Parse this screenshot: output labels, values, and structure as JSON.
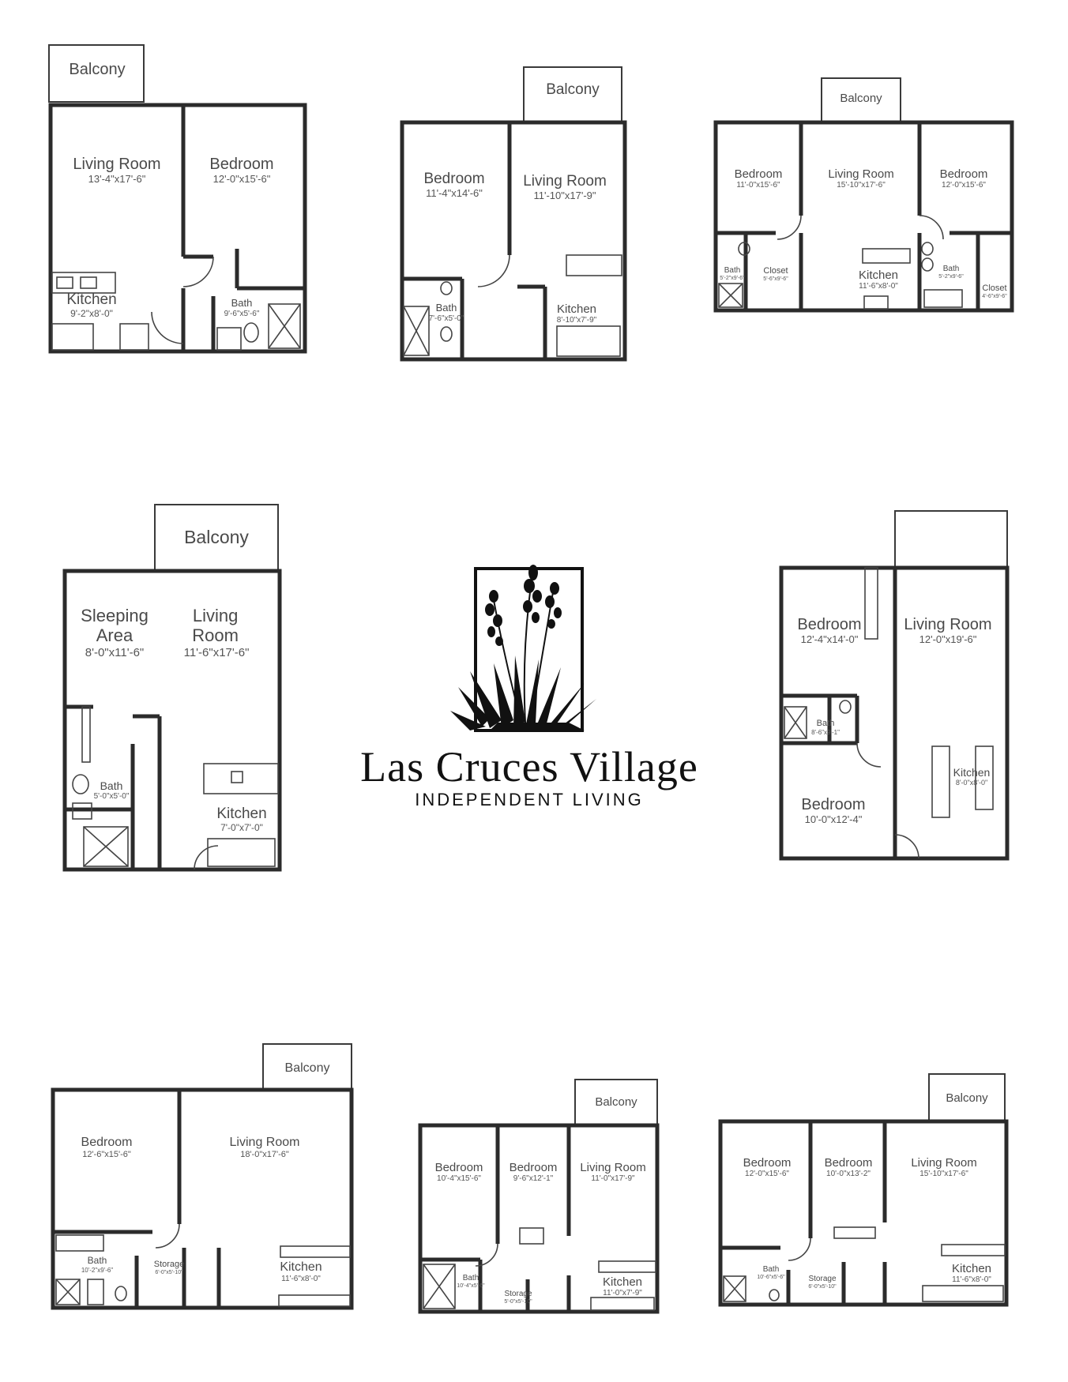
{
  "logo": {
    "title": "Las Cruces Village",
    "subtitle": "INDEPENDENT LIVING",
    "icon": "yucca-plant-icon"
  },
  "plans": [
    {
      "rooms": [
        {
          "name": "Balcony",
          "dims": ""
        },
        {
          "name": "Living Room",
          "dims": "13'-4\"x17'-6\""
        },
        {
          "name": "Bedroom",
          "dims": "12'-0\"x15'-6\""
        },
        {
          "name": "Kitchen",
          "dims": "9'-2\"x8'-0\""
        },
        {
          "name": "Bath",
          "dims": "9'-6\"x5'-6\""
        }
      ]
    },
    {
      "rooms": [
        {
          "name": "Balcony",
          "dims": ""
        },
        {
          "name": "Bedroom",
          "dims": "11'-4\"x14'-6\""
        },
        {
          "name": "Living Room",
          "dims": "11'-10\"x17'-9\""
        },
        {
          "name": "Bath",
          "dims": "7'-6\"x5'-0\""
        },
        {
          "name": "Kitchen",
          "dims": "8'-10\"x7'-9\""
        }
      ]
    },
    {
      "rooms": [
        {
          "name": "Balcony",
          "dims": ""
        },
        {
          "name": "Bedroom",
          "dims": "11'-0\"x15'-6\""
        },
        {
          "name": "Living Room",
          "dims": "15'-10\"x17'-6\""
        },
        {
          "name": "Bedroom",
          "dims": "12'-0\"x15'-6\""
        },
        {
          "name": "Bath",
          "dims": "5'-2\"x9'-6\""
        },
        {
          "name": "Closet",
          "dims": "5'-6\"x9'-6\""
        },
        {
          "name": "Kitchen",
          "dims": "11'-6\"x8'-0\""
        },
        {
          "name": "Bath",
          "dims": "5'-2\"x9'-6\""
        },
        {
          "name": "Closet",
          "dims": "4'-6\"x9'-6\""
        }
      ]
    },
    {
      "rooms": [
        {
          "name": "Balcony",
          "dims": ""
        },
        {
          "name": "Sleeping Area",
          "dims": "8'-0\"x11'-6\""
        },
        {
          "name": "Living Room",
          "dims": "11'-6\"x17'-6\""
        },
        {
          "name": "Bath",
          "dims": "5'-0\"x5'-0\""
        },
        {
          "name": "Kitchen",
          "dims": "7'-0\"x7'-0\""
        }
      ]
    },
    {
      "rooms": [
        {
          "name": "Bedroom",
          "dims": "12'-4\"x14'-0\""
        },
        {
          "name": "Living Room",
          "dims": "12'-0\"x19'-6\""
        },
        {
          "name": "Bath",
          "dims": "8'-6\"x9'-1\""
        },
        {
          "name": "Kitchen",
          "dims": "8'-0\"x8'-0\""
        },
        {
          "name": "Bedroom",
          "dims": "10'-0\"x12'-4\""
        }
      ]
    },
    {
      "rooms": [
        {
          "name": "Balcony",
          "dims": ""
        },
        {
          "name": "Bedroom",
          "dims": "12'-6\"x15'-6\""
        },
        {
          "name": "Living Room",
          "dims": "18'-0\"x17'-6\""
        },
        {
          "name": "Bath",
          "dims": "10'-2\"x9'-6\""
        },
        {
          "name": "Storage",
          "dims": "6'-0\"x5'-10\""
        },
        {
          "name": "Kitchen",
          "dims": "11'-6\"x8'-0\""
        }
      ]
    },
    {
      "rooms": [
        {
          "name": "Balcony",
          "dims": ""
        },
        {
          "name": "Bedroom",
          "dims": "10'-4\"x15'-6\""
        },
        {
          "name": "Bedroom",
          "dims": "9'-6\"x12'-1\""
        },
        {
          "name": "Living Room",
          "dims": "11'-0\"x17'-9\""
        },
        {
          "name": "Bath",
          "dims": "10'-4\"x5'-6\""
        },
        {
          "name": "Storage",
          "dims": "5'-0\"x5'-10\""
        },
        {
          "name": "Kitchen",
          "dims": "11'-0\"x7'-9\""
        }
      ]
    },
    {
      "rooms": [
        {
          "name": "Balcony",
          "dims": ""
        },
        {
          "name": "Bedroom",
          "dims": "12'-0\"x15'-6\""
        },
        {
          "name": "Bedroom",
          "dims": "10'-0\"x13'-2\""
        },
        {
          "name": "Living Room",
          "dims": "15'-10\"x17'-6\""
        },
        {
          "name": "Bath",
          "dims": "10'-6\"x5'-6\""
        },
        {
          "name": "Storage",
          "dims": "6'-0\"x5'-10\""
        },
        {
          "name": "Kitchen",
          "dims": "11'-6\"x8'-0\""
        }
      ]
    }
  ]
}
